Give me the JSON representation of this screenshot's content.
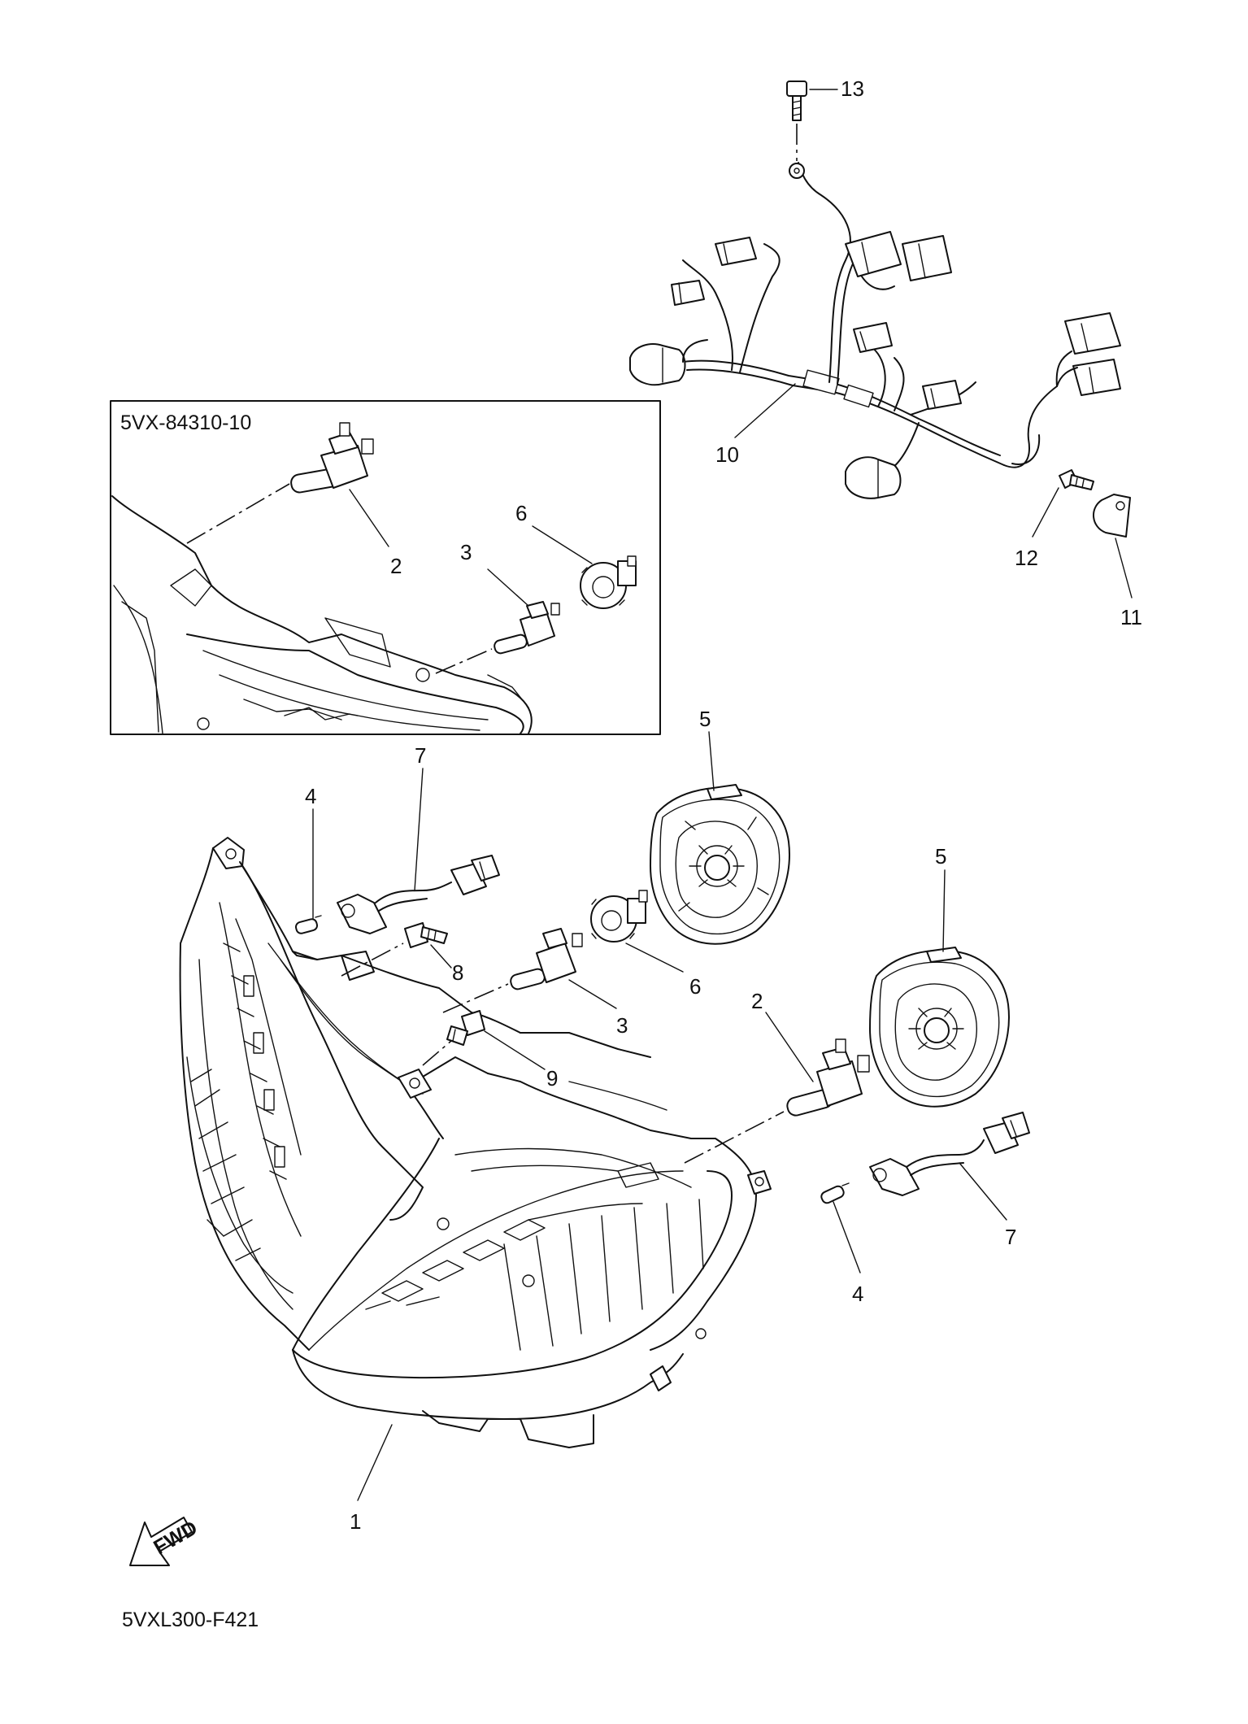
{
  "inset": {
    "part_number": "5VX-84310-10"
  },
  "figure_code": "5VXL300-F421",
  "fwd_label": "FWD",
  "callouts": {
    "c1": "1",
    "c2a": "2",
    "c2b": "2",
    "c3a": "3",
    "c3b": "3",
    "c4a": "4",
    "c4b": "4",
    "c5a": "5",
    "c5b": "5",
    "c6a": "6",
    "c6b": "6",
    "c7a": "7",
    "c7b": "7",
    "c8": "8",
    "c9": "9",
    "c10": "10",
    "c11": "11",
    "c12": "12",
    "c13": "13"
  }
}
